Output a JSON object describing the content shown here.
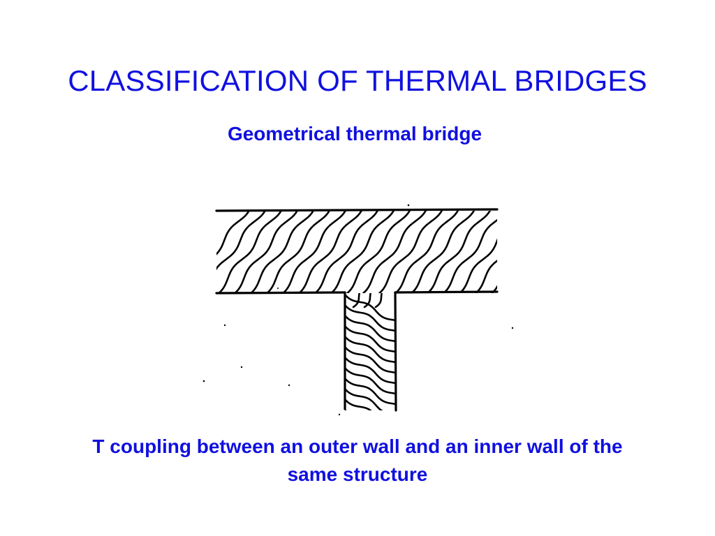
{
  "slide": {
    "title": "CLASSIFICATION OF THERMAL BRIDGES",
    "subtitle": "Geometrical thermal bridge",
    "caption_line1": "T coupling between an outer wall and an inner wall of the",
    "caption_line2": "same structure"
  },
  "colors": {
    "text": "#1010e0",
    "drawing": "#000000",
    "background": "#ffffff"
  },
  "diagram": {
    "outer_wall_label": "",
    "inner_wall_label": ""
  }
}
